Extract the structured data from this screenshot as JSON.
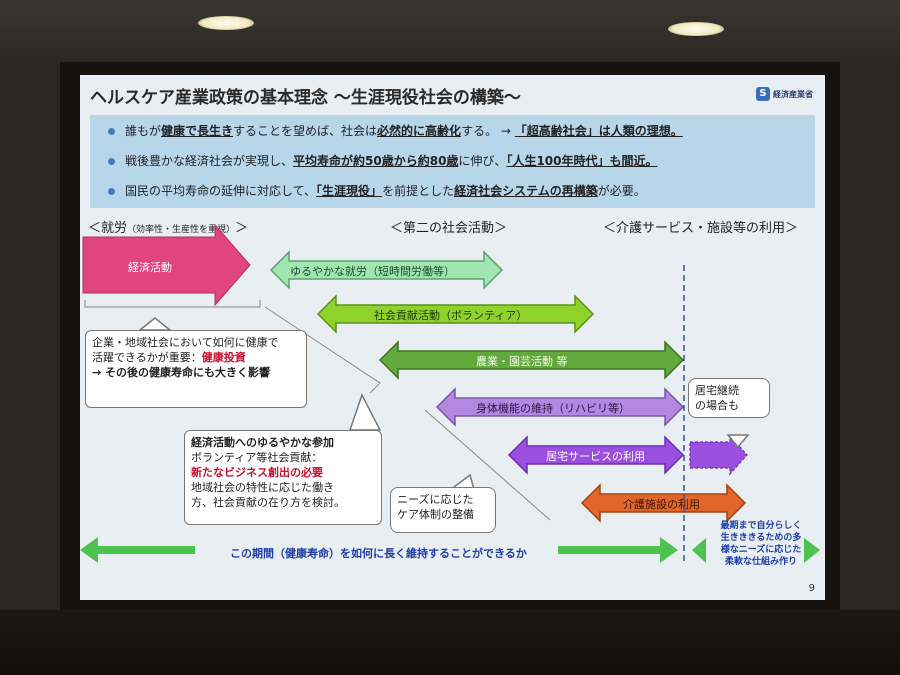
{
  "slide": {
    "title": "ヘルスケア産業政策の基本理念 ～生涯現役社会の構築～",
    "logo_text": "経済産業省",
    "page_number": "9"
  },
  "bullets": [
    {
      "pre": "誰もが",
      "em1": "健康で長生き",
      "mid": "することを望めば、社会は",
      "em2": "必然的に高齢化",
      "post": "する。 → ",
      "em3": "「超高齢社会」は人類の理想。"
    },
    {
      "pre": "戦後豊かな経済社会が実現し、",
      "em1": "平均寿命が約50歳から約80歳",
      "mid": "に伸び、",
      "em2": "「人生100年時代」も間近。",
      "post": "",
      "em3": ""
    },
    {
      "pre": "国民の平均寿命の延伸に対応して、",
      "em1": "「生涯現役」",
      "mid": "を前提とした",
      "em2": "経済社会システムの再構築",
      "post": "が必要。",
      "em3": ""
    }
  ],
  "sections": {
    "work": "＜就労",
    "work_sub": "（効率性・生産性を重視）",
    "work_close": "＞",
    "second": "＜第二の社会活動＞",
    "care": "＜介護サービス・施設等の利用＞"
  },
  "arrows": {
    "economic": "経済活動",
    "gentle_work": "ゆるやかな就労（短時間労働等）",
    "volunteer": "社会貢献活動（ボランティア）",
    "farming": "農業・園芸活動 等",
    "rehab": "身体機能の維持（リハビリ等）",
    "home_service": "居宅サービスの利用",
    "facility": "介護施設の利用"
  },
  "callouts": {
    "company": {
      "line1": "企業・地域社会において如何に健康で",
      "line2_pre": "活躍できるかが重要：",
      "line2_em": "健康投資",
      "line3": "→ その後の健康寿命にも大きく影響"
    },
    "gentle": {
      "line1": "経済活動へのゆるやかな参加",
      "line2": "ボランティア等社会貢献：",
      "line3": "新たなビジネス創出の必要",
      "line4": "地域社会の特性に応じた働き",
      "line5": "方、社会貢献の在り方を検討。"
    },
    "needs": {
      "line1": "ニーズに応じた",
      "line2": "ケア体制の整備"
    },
    "home": {
      "line1": "居宅継続",
      "line2": "の場合も"
    }
  },
  "bottom": {
    "label": "この期間（健康寿命）を如何に長く維持することができるか",
    "right_note": "最期まで自分らしく生きききるための多様なニーズに応じた柔軟な仕組み作り"
  },
  "colors": {
    "economic": "#e0457e",
    "gentle_work": "#9fe6b0",
    "volunteer": "#8ed22c",
    "farming": "#62a83a",
    "rehab": "#b388e0",
    "home_service": "#9a4fe0",
    "facility": "#e0662a",
    "bottom_arrow": "#4ec24e"
  }
}
